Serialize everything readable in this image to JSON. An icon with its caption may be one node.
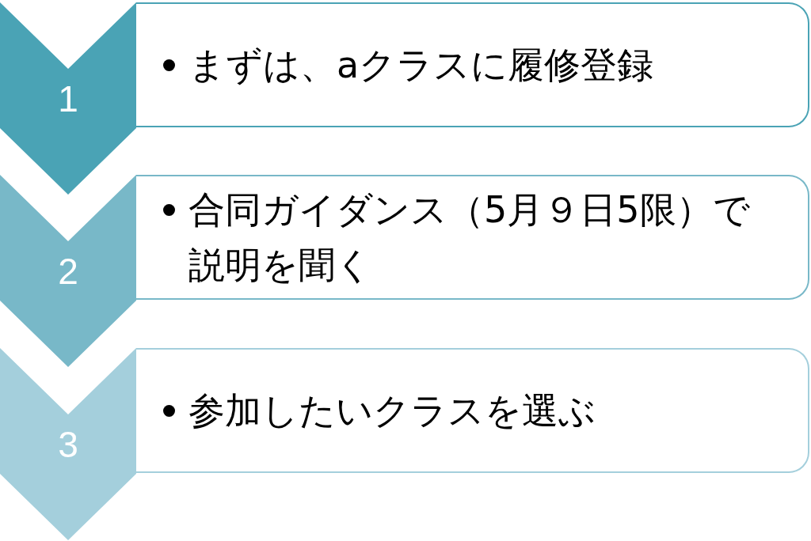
{
  "diagram": {
    "nodes": [
      {
        "text": [
          "1"
        ]
      },
      {
        "text": [
          "まずは、aクラスに履修登録"
        ]
      },
      {
        "text": [
          "2"
        ]
      },
      {
        "text": [
          "合同ガイダンス（5月９日5限）で説明を聞く"
        ]
      },
      {
        "text": [
          "3"
        ]
      },
      {
        "text": [
          "参加したいクラスを選ぶ"
        ]
      }
    ]
  }
}
